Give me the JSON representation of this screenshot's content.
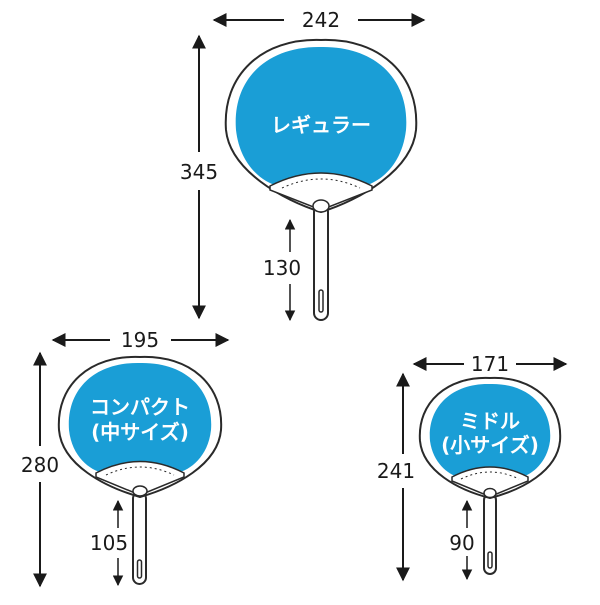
{
  "colors": {
    "fan_blue": "#1a9ed6",
    "outline": "#2a2a2a",
    "arrow": "#1a1a1a",
    "background": "#ffffff"
  },
  "fans": {
    "regular": {
      "label": "レギュラー",
      "width": "242",
      "height": "345",
      "handle": "130"
    },
    "compact": {
      "label_line1": "コンパクト",
      "label_line2": "(中サイズ)",
      "width": "195",
      "height": "280",
      "handle": "105"
    },
    "middle": {
      "label_line1": "ミドル",
      "label_line2": "(小サイズ)",
      "width": "171",
      "height": "241",
      "handle": "90"
    }
  }
}
